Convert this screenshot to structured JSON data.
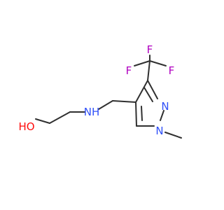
{
  "molecule": {
    "atoms": [
      {
        "id": "ho",
        "label": "HO",
        "color": "#ff0d0d"
      },
      {
        "id": "nh",
        "label": "NH",
        "color": "#3050f8"
      },
      {
        "id": "n2",
        "label": "N",
        "color": "#3050f8"
      },
      {
        "id": "n1",
        "label": "N",
        "color": "#3050f8"
      },
      {
        "id": "f1",
        "label": "F",
        "color": "#b000c0"
      },
      {
        "id": "f2",
        "label": "F",
        "color": "#b000c0"
      },
      {
        "id": "f3",
        "label": "F",
        "color": "#b000c0"
      }
    ],
    "bond_color": "#303030"
  }
}
